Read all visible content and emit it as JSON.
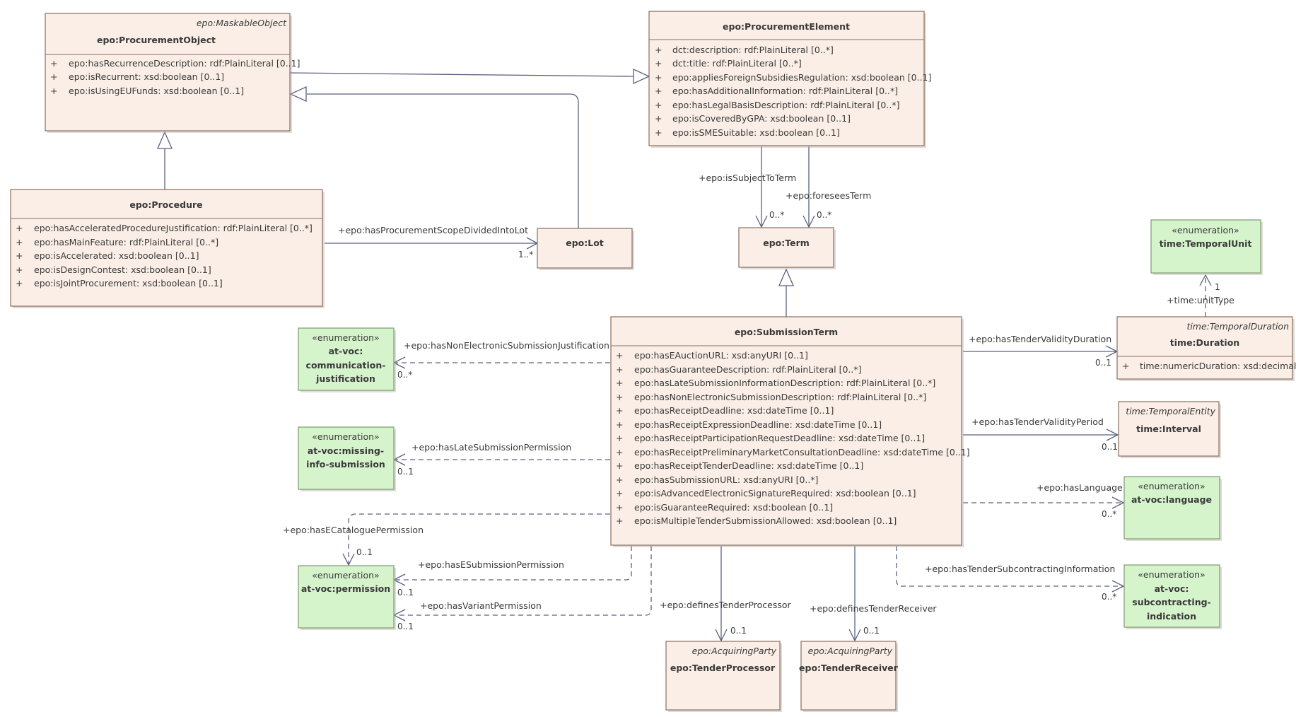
{
  "classes": {
    "procurement_object": {
      "stereotype": "epo:MaskableObject",
      "name": "epo:ProcurementObject",
      "attributes": [
        "epo:hasRecurrenceDescription: rdf:PlainLiteral [0..1]",
        "epo:isRecurrent: xsd:boolean [0..1]",
        "epo:isUsingEUFunds: xsd:boolean [0..1]"
      ]
    },
    "procurement_element": {
      "name": "epo:ProcurementElement",
      "attributes": [
        "dct:description: rdf:PlainLiteral [0..*]",
        "dct:title: rdf:PlainLiteral [0..*]",
        "epo:appliesForeignSubsidiesRegulation: xsd:boolean [0..1]",
        "epo:hasAdditionalInformation: rdf:PlainLiteral [0..*]",
        "epo:hasLegalBasisDescription: rdf:PlainLiteral [0..*]",
        "epo:isCoveredByGPA: xsd:boolean [0..1]",
        "epo:isSMESuitable: xsd:boolean [0..1]"
      ]
    },
    "procedure": {
      "name": "epo:Procedure",
      "attributes": [
        "epo:hasAcceleratedProcedureJustification: rdf:PlainLiteral [0..*]",
        "epo:hasMainFeature: rdf:PlainLiteral [0..*]",
        "epo:isAccelerated: xsd:boolean [0..1]",
        "epo:isDesignContest: xsd:boolean [0..1]",
        "epo:isJointProcurement: xsd:boolean [0..1]"
      ]
    },
    "lot": {
      "name": "epo:Lot"
    },
    "term": {
      "name": "epo:Term"
    },
    "submission_term": {
      "name": "epo:SubmissionTerm",
      "attributes": [
        "epo:hasEAuctionURL: xsd:anyURI [0..1]",
        "epo:hasGuaranteeDescription: rdf:PlainLiteral [0..*]",
        "epo:hasLateSubmissionInformationDescription: rdf:PlainLiteral [0..*]",
        "epo:hasNonElectronicSubmissionDescription: rdf:PlainLiteral [0..*]",
        "epo:hasReceiptDeadline: xsd:dateTime [0..1]",
        "epo:hasReceiptExpressionDeadline: xsd:dateTime [0..1]",
        "epo:hasReceiptParticipationRequestDeadline: xsd:dateTime [0..1]",
        "epo:hasReceiptPreliminaryMarketConsultationDeadline: xsd:dateTime [0..1]",
        "epo:hasReceiptTenderDeadline: xsd:dateTime [0..1]",
        "epo:hasSubmissionURL: xsd:anyURI [0..*]",
        "epo:isAdvancedElectronicSignatureRequired: xsd:boolean [0..1]",
        "epo:isGuaranteeRequired: xsd:boolean [0..1]",
        "epo:isMultipleTenderSubmissionAllowed: xsd:boolean [0..1]"
      ]
    },
    "temporal_unit": {
      "stereotype": "«enumeration»",
      "name": "time:TemporalUnit"
    },
    "duration": {
      "stereotype": "time:TemporalDuration",
      "name": "time:Duration",
      "attributes": [
        "time:numericDuration: xsd:decimal"
      ]
    },
    "interval": {
      "stereotype": "time:TemporalEntity",
      "name": "time:Interval"
    },
    "language": {
      "stereotype": "«enumeration»",
      "name": "at-voc:language"
    },
    "subcontracting": {
      "stereotype": "«enumeration»",
      "name_lines": [
        "at-voc:",
        "subcontracting-",
        "indication"
      ]
    },
    "communication": {
      "stereotype": "«enumeration»",
      "name_lines": [
        "at-voc:",
        "communication-",
        "justification"
      ]
    },
    "missing_info": {
      "stereotype": "«enumeration»",
      "name_lines": [
        "at-voc:missing-",
        "info-submission"
      ]
    },
    "permission": {
      "stereotype": "«enumeration»",
      "name": "at-voc:permission"
    },
    "tender_processor": {
      "stereotype": "epo:AcquiringParty",
      "name": "epo:TenderProcessor"
    },
    "tender_receiver": {
      "stereotype": "epo:AcquiringParty",
      "name": "epo:TenderReceiver"
    }
  },
  "attribute_marker": "+",
  "associations": {
    "scope_divided": {
      "role": "+epo:hasProcurementScopeDividedIntoLot",
      "mult": "1..*"
    },
    "subject_to_term": {
      "role": "+epo:isSubjectToTerm",
      "mult": "0..*"
    },
    "foresees_term": {
      "role": "+epo:foreseesTerm",
      "mult": "0..*"
    },
    "unit_type": {
      "role": "+time:unitType",
      "mult": "1"
    },
    "tender_validity_duration": {
      "role": "+epo:hasTenderValidityDuration",
      "mult": "0..1"
    },
    "tender_validity_period": {
      "role": "+epo:hasTenderValidityPeriod",
      "mult": "0..1"
    },
    "language": {
      "role": "+epo:hasLanguage",
      "mult": "0..*"
    },
    "subcontracting": {
      "role": "+epo:hasTenderSubcontractingInformation",
      "mult": "0..*"
    },
    "non_electronic": {
      "role": "+epo:hasNonElectronicSubmissionJustification",
      "mult": "0..*"
    },
    "late_submission": {
      "role": "+epo:hasLateSubmissionPermission",
      "mult": "0..1"
    },
    "ecatalogue": {
      "role": "+epo:hasECataloguePermission",
      "mult": "0..1"
    },
    "esubmission": {
      "role": "+epo:hasESubmissionPermission",
      "mult": "0..1"
    },
    "variant": {
      "role": "+epo:hasVariantPermission",
      "mult": "0..1"
    },
    "tender_processor": {
      "role": "+epo:definesTenderProcessor",
      "mult": "0..1"
    },
    "tender_receiver": {
      "role": "+epo:definesTenderReceiver",
      "mult": "0..1"
    }
  }
}
